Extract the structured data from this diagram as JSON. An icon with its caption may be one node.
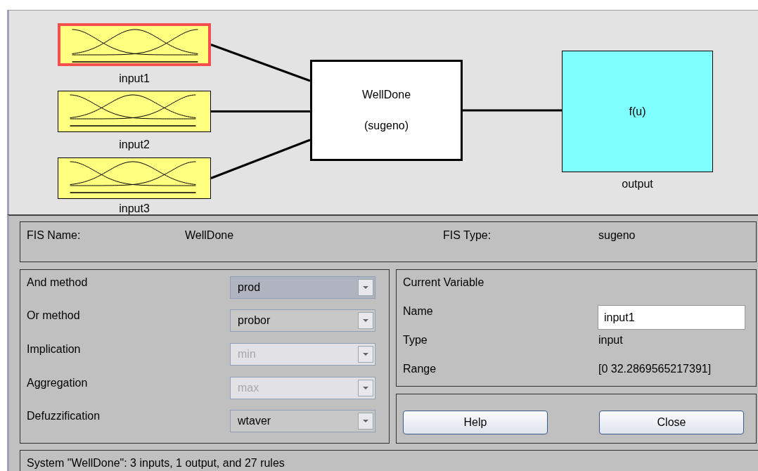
{
  "diagram": {
    "nodes": [
      {
        "text": [
          "input1"
        ]
      },
      {
        "text": [
          "input2"
        ]
      },
      {
        "text": [
          "input3"
        ]
      },
      {
        "text": [
          "WellDone",
          "(sugeno)"
        ]
      },
      {
        "text": [
          "f(u)",
          "output"
        ]
      }
    ],
    "edges": [
      {
        "from": 0,
        "to": 3,
        "arrow": "none"
      },
      {
        "from": 1,
        "to": 3,
        "arrow": "none"
      },
      {
        "from": 2,
        "to": 3,
        "arrow": "none"
      },
      {
        "from": 3,
        "to": 4,
        "arrow": "none"
      }
    ],
    "labels": [
      "FIS Name:",
      "WellDone",
      "FIS Type:",
      "sugeno",
      "And method",
      "prod",
      "Or method",
      "probor",
      "Implication",
      "min",
      "Aggregation",
      "max",
      "Defuzzification",
      "wtaver",
      "Current Variable",
      "Name",
      "input1",
      "Type",
      "input",
      "Range",
      "[0 32.2869565217391]",
      "Help",
      "Close",
      "System \"WellDone\": 3 inputs, 1 output, and 27 rules"
    ]
  }
}
